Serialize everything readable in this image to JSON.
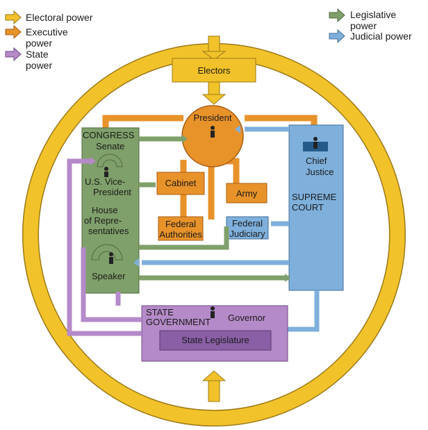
{
  "legend": {
    "electoral": "Electoral power",
    "executive_1": "Executive",
    "executive_2": "power",
    "state_1": "State",
    "state_2": "power",
    "legislative_1": "Legislative",
    "legislative_2": "power",
    "judicial": "Judicial power"
  },
  "nodes": {
    "electors": "Electors",
    "president": "President",
    "congress": "CONGRESS",
    "senate": "Senate",
    "vice_president_1": "U.S. Vice-",
    "vice_president_2": "President",
    "house_1": "House",
    "house_2": "of Repre-",
    "house_3": "sentatives",
    "speaker": "Speaker",
    "cabinet": "Cabinet",
    "army": "Army",
    "federal_authorities_1": "Federal",
    "federal_authorities_2": "Authorities",
    "federal_judiciary_1": "Federal",
    "federal_judiciary_2": "Judiciary",
    "chief_justice_1": "Chief",
    "chief_justice_2": "Justice",
    "supreme_court_1": "SUPREME",
    "supreme_court_2": "COURT",
    "state_government_1": "STATE",
    "state_government_2": "GOVERNMENT",
    "governor": "Governor",
    "state_legislature": "State Legislature"
  },
  "colors": {
    "electoral": "#f2c22a",
    "executive": "#e8922a",
    "state": "#b58ac8",
    "legislative": "#7fa06a",
    "judicial": "#7fb0dc"
  }
}
